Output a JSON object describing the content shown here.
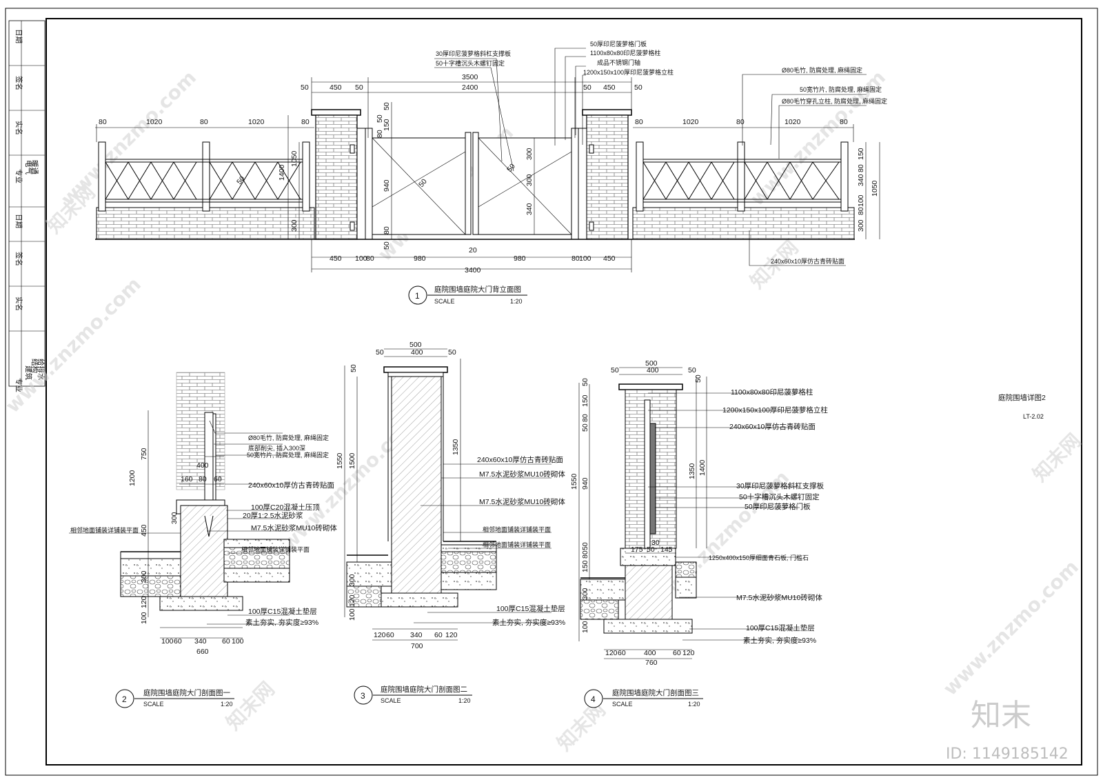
{
  "title_block": {
    "rows": [
      "专业",
      "建筑",
      "结构",
      "给排水",
      "实名",
      "签名",
      "日期",
      "专业",
      "电气",
      "暖通",
      "实名",
      "签名",
      "日期"
    ]
  },
  "sheet": {
    "title": "庭院围墙详图2",
    "number": "LT-2.02"
  },
  "views": [
    {
      "num": "1",
      "title": "庭院围墙庭院大门背立面图",
      "scale_word": "SCALE",
      "scale": "1:20"
    },
    {
      "num": "2",
      "title": "庭院围墙庭院大门剖面图一",
      "scale_word": "SCALE",
      "scale": "1:20"
    },
    {
      "num": "3",
      "title": "庭院围墙庭院大门剖面图二",
      "scale_word": "SCALE",
      "scale": "1:20"
    },
    {
      "num": "4",
      "title": "庭院围墙庭院大门剖面图三",
      "scale_word": "SCALE",
      "scale": "1:20"
    }
  ],
  "elevation": {
    "top_dims": [
      "3500",
      "2400",
      "50",
      "450",
      "50",
      "50",
      "450",
      "50"
    ],
    "left_fence_dims": [
      "80",
      "1020",
      "80",
      "1020",
      "80"
    ],
    "right_fence_dims": [
      "80",
      "1020",
      "80",
      "1020",
      "80"
    ],
    "bottom_dims": [
      "450",
      "100",
      "80",
      "980",
      "20",
      "980",
      "80",
      "100",
      "450"
    ],
    "bottom_total": "3400",
    "left_vert": [
      "1400",
      "1050",
      "300"
    ],
    "gate_vert": [
      "50",
      "150",
      "80",
      "50",
      "940",
      "80",
      "50"
    ],
    "right_vert": [
      "150",
      "80",
      "340",
      "100",
      "80",
      "300",
      "1050"
    ],
    "mid_vert": [
      "300",
      "300",
      "340"
    ],
    "slope": "50",
    "callouts_left": [
      "30厚印尼菠萝格斜杠支撑板",
      "50十字槽沉头木螺钉固定"
    ],
    "callouts_mid": [
      "50厚印尼菠萝格门板",
      "1100x80x80印尼菠萝格柱",
      "成品不锈钢门轴",
      "1200x150x100厚印尼菠萝格立柱"
    ],
    "callouts_right": [
      "Ø80毛竹, 防腐处理, 麻绳固定",
      "50宽竹片, 防腐处理, 麻绳固定",
      "Ø80毛竹穿孔立柱, 防腐处理, 麻绳固定"
    ],
    "callout_bottom": "240x60x10厚仿古青砖贴面"
  },
  "section2": {
    "vert": [
      "750",
      "1200",
      "450",
      "300",
      "300",
      "120",
      "100"
    ],
    "inner_dims": [
      "400",
      "160",
      "80",
      "60"
    ],
    "bottom_dims": [
      "100",
      "60",
      "340",
      "60",
      "100"
    ],
    "bottom_total": "660",
    "callouts": [
      "Ø80毛竹, 防腐处理, 麻绳固定",
      "底部削尖, 插入300深",
      "50宽竹片, 防腐处理, 麻绳固定",
      "240x60x10厚仿古青砖贴面",
      "100厚C20混凝土压顶",
      "20厚1:2.5水泥砂浆",
      "M7.5水泥砂浆MU10砖砌体",
      "相邻地面铺装详铺装平面",
      "相邻地面铺装详铺装平面",
      "100厚C15混凝土垫层",
      "素土夯实, 夯实度≥93%"
    ]
  },
  "section3": {
    "top_dims": [
      "500",
      "50",
      "400",
      "50"
    ],
    "vert": [
      "50",
      "1550",
      "1500",
      "1350",
      "300",
      "120",
      "100"
    ],
    "bottom_dims": [
      "120",
      "60",
      "340",
      "60",
      "120"
    ],
    "bottom_total": "700",
    "callouts": [
      "240x60x10厚仿古青砖贴面",
      "M7.5水泥砂浆MU10砖砌体",
      "M7.5水泥砂浆MU10砖砌体",
      "相邻地面铺装详铺装平面",
      "相邻地面铺装详铺装平面",
      "100厚C15混凝土垫层",
      "素土夯实, 夯实度≥93%"
    ]
  },
  "section4": {
    "top_dims": [
      "500",
      "50",
      "400",
      "50"
    ],
    "vert": [
      "50",
      "150",
      "80",
      "50",
      "940",
      "1550",
      "1400",
      "1350",
      "50",
      "80",
      "150",
      "50",
      "300",
      "100"
    ],
    "inner_dims": [
      "175",
      "50",
      "145",
      "30"
    ],
    "bottom_dims": [
      "120",
      "60",
      "400",
      "60",
      "120"
    ],
    "bottom_total": "760",
    "callouts": [
      "1100x80x80印尼菠萝格柱",
      "1200x150x100厚印尼菠萝格立柱",
      "240x60x10厚仿古青砖贴面",
      "30厚印尼菠萝格斜杠支撑板",
      "50十字槽沉头木螺钉固定",
      "50厚印尼菠萝格门板",
      "1250x400x150厚细面青石板, 门槛石",
      "M7.5水泥砂浆MU10砖砌体",
      "100厚C15混凝土垫层",
      "素土夯实, 夯实度≥93%"
    ]
  },
  "watermark": {
    "site": "www.znzmo.com",
    "logo": "知末网",
    "brand": "知末",
    "id": "ID: 1149185142"
  }
}
